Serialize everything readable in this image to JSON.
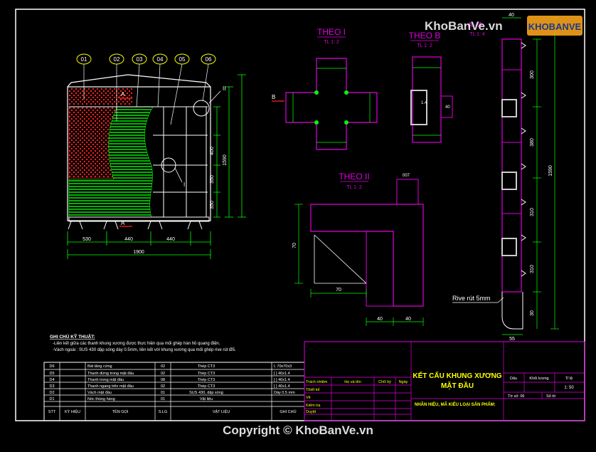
{
  "watermark": {
    "site": "KhoBanVe.vn",
    "logo": "KHOBANVE",
    "copyright": "Copyright © KhoBanVe.vn"
  },
  "colors": {
    "background": "#000000",
    "frame": "#ffffff",
    "magenta": "#e000e0",
    "green": "#00ff00",
    "yellow": "#ffff00",
    "red": "#ff2020",
    "cyan": "#00ffff",
    "logo_orange": "#f7a21b"
  },
  "elevation": {
    "callouts": [
      "01",
      "02",
      "03",
      "04",
      "05",
      "06"
    ],
    "section_marker": "A",
    "detail_ref_2": "II",
    "detail_ref_1": "I",
    "bottom_dims": [
      "530",
      "440",
      "440"
    ],
    "overall_width": "1900",
    "right_dims": [
      "400",
      "350",
      "350"
    ],
    "overall_height": "1590"
  },
  "detail_theo_1": {
    "title": "THEO I",
    "scale": "TL 1: 2"
  },
  "detail_theo_b": {
    "title": "THEO B",
    "scale": "TL 1: 2",
    "label_left": "1.4",
    "label_right": "40"
  },
  "detail_theo_2": {
    "title": "THEO II",
    "scale": "TL 1: 2",
    "label_top": "007",
    "dim_left": "70",
    "dim_bottom": "70",
    "dim_bottom_right": "40",
    "dim_bottom_2": "40"
  },
  "section_a": {
    "title": "A - A",
    "scale": "TL 1: 4",
    "top_dim": "40",
    "dims": [
      "300",
      "380",
      "310",
      "310"
    ],
    "overall": "1590",
    "bottom_dims": [
      "55",
      "30"
    ],
    "rivet_note": "Rive rút 5mm",
    "marker_b": "B"
  },
  "notes": {
    "heading": "GHI CHÚ KỸ THUẬT:",
    "lines": [
      "-Liên kết giữa các thanh khung xương được thực hiện qua mối ghép hàn hồ quang điện.",
      "-Vách ngoài : SUS 430 dập sóng dày 0.5mm, liên kết với khung xương qua mối ghép rive rút Ø5."
    ]
  },
  "bom": {
    "headers": [
      "STT",
      "KÝ HIỆU",
      "TÊN GỌI",
      "S.LG",
      "VẬT LIỆU",
      "GHI CHÚ"
    ],
    "rows": [
      [
        "D6",
        "",
        "Bát tăng cứng",
        "02",
        "Thép CT3",
        "L 70x70x3"
      ],
      [
        "D5",
        "",
        "Thanh đứng trong mặt đầu",
        "02",
        "Thép CT3",
        "[ ] 40x1.4"
      ],
      [
        "D4",
        "",
        "Thanh trong mặt đầu",
        "08",
        "Thép CT3",
        "[ ] 40x1.4"
      ],
      [
        "D3",
        "",
        "Thanh ngang trên mặt đầu",
        "02",
        "Thép CT3",
        "[ ] 40x1.4"
      ],
      [
        "D2",
        "",
        "Vách mặt đầu",
        "01",
        "SUS 430, dập sóng",
        "Dày 0.5 mm"
      ],
      [
        "D1",
        "",
        "Nóc thùng hàng",
        "01",
        "Vật liệu",
        ""
      ]
    ]
  },
  "title_block": {
    "title_line1": "KẾT CẤU KHUNG XƯƠNG",
    "title_line2": "MẶT ĐẦU",
    "subtitle": "NHÃN HIỆU, MÃ KIỂU LOẠI SẢN PHẨM:",
    "roles": [
      "Trách nhiệm",
      "Thiết kế",
      "Vẽ",
      "Kiểm tra",
      "Duyệt"
    ],
    "role_headers": [
      "Họ và tên",
      "Chữ ký",
      "Ngày"
    ],
    "props_headers": [
      "Dấu",
      "Khối lượng",
      "Tỉ lệ"
    ],
    "scale_value": "1: 50",
    "sheet_label": "Tờ số: 06",
    "sheets_label": "Số tờ"
  }
}
